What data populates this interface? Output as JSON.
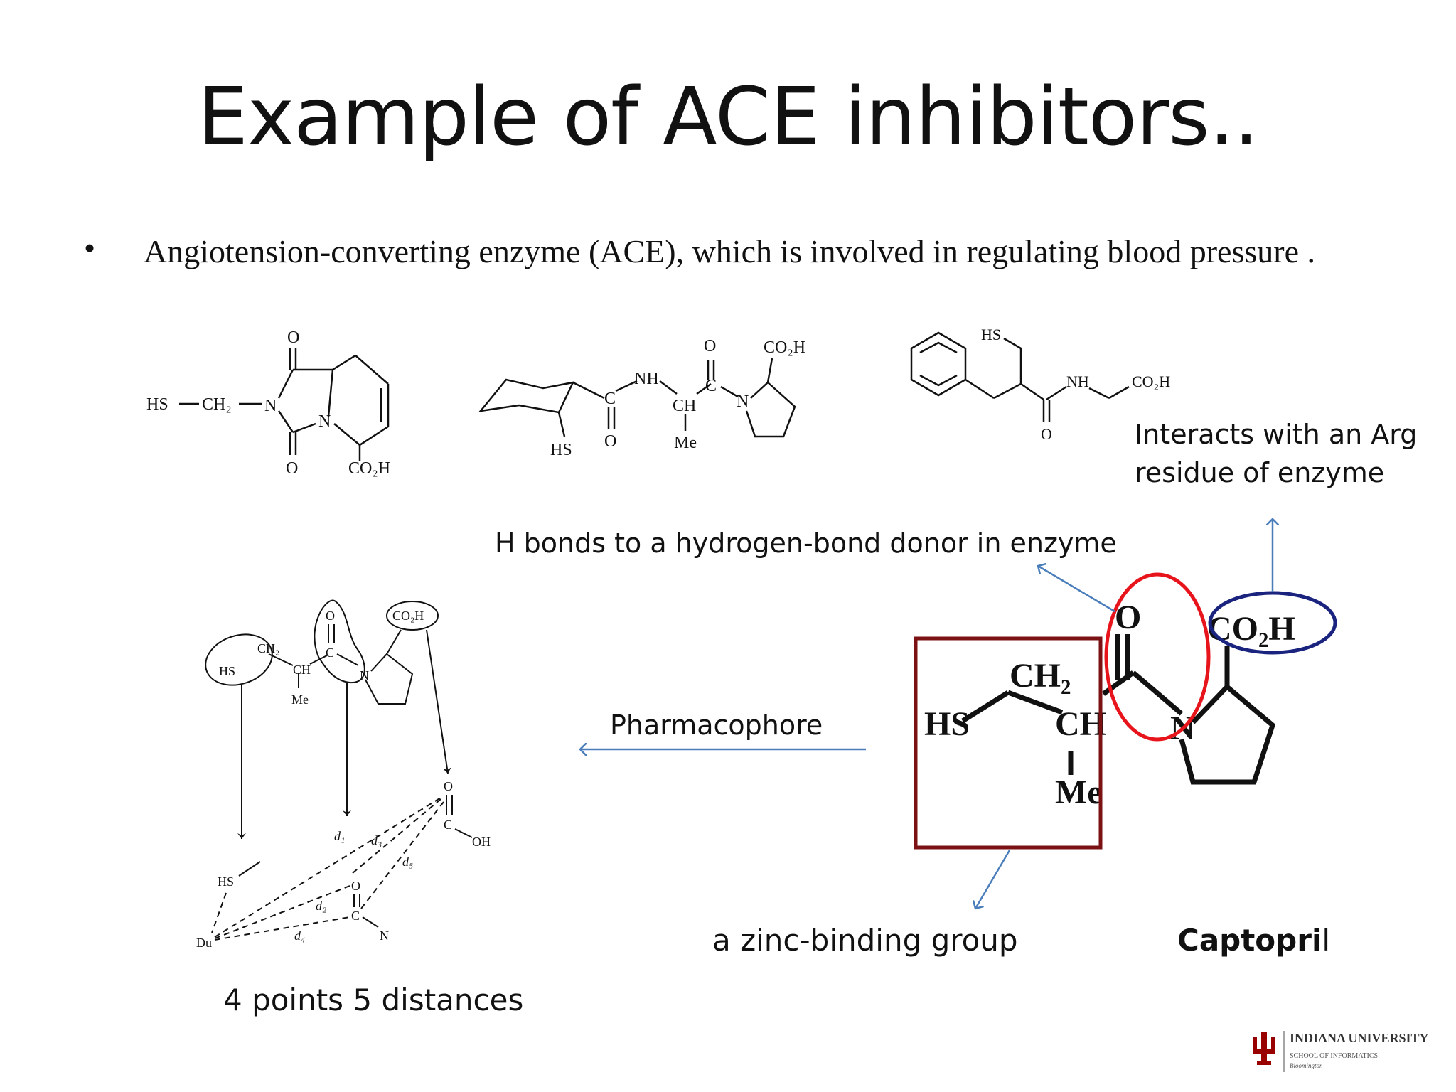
{
  "slide": {
    "title": "Example of ACE inhibitors..",
    "bullet": {
      "marker": "•",
      "text": "Angiotension-converting enzyme (ACE), which is involved in regulating blood pressure ."
    }
  },
  "annotations": {
    "arg_interaction": "Interacts with an Arg residue of enzyme",
    "h_bond": "H bonds to a hydrogen-bond donor in enzyme",
    "pharmacophore": "Pharmacophore",
    "zinc_binding": "a zinc-binding group",
    "captopril_bold": "Captopri",
    "captopril_tail": "l",
    "points_distances": "4 points 5 distances"
  },
  "structures": {
    "mol1": {
      "hs": "HS",
      "ch2": "CH₂",
      "n1": "N",
      "n2": "N",
      "o_top": "O",
      "o_bottom": "O",
      "co2h": "CO₂H"
    },
    "mol2": {
      "hs": "HS",
      "c1": "C",
      "o1": "O",
      "nh": "NH",
      "ch": "CH",
      "me": "Me",
      "c2": "C",
      "o2": "O",
      "n": "N",
      "co2h": "CO₂H"
    },
    "mol3": {
      "hs": "HS",
      "nh": "NH",
      "co2h": "CO₂H",
      "o": "O"
    },
    "pharmacophore_mol": {
      "ch2": "CH₂",
      "hs": "HS",
      "ch": "CH",
      "me": "Me",
      "o": "O",
      "c": "C",
      "n": "N",
      "co2h": "CO₂H"
    },
    "pharmacophore_points": {
      "hs": "HS",
      "du": "Du",
      "o_top": "O",
      "c_top": "C",
      "oh": "OH",
      "o_mid": "O",
      "c_mid": "C",
      "n": "N",
      "d1": "d₁",
      "d2": "d₂",
      "d3": "d₃",
      "d4": "d₄",
      "d5": "d₅"
    },
    "captopril": {
      "o": "O",
      "co2h": "CO₂H",
      "ch2": "CH₂",
      "hs": "HS",
      "ch": "CH",
      "me": "Me",
      "n": "N"
    }
  },
  "logo": {
    "name": "INDIANA UNIVERSITY",
    "school": "SCHOOL OF INFORMATICS",
    "campus": "Bloomington"
  },
  "colors": {
    "arrow": "#4a7ebb",
    "zinc_box": "#7b1113",
    "h_bond_ellipse": "#e8141b",
    "arg_ellipse": "#1a237e",
    "iu_crimson": "#990000"
  }
}
